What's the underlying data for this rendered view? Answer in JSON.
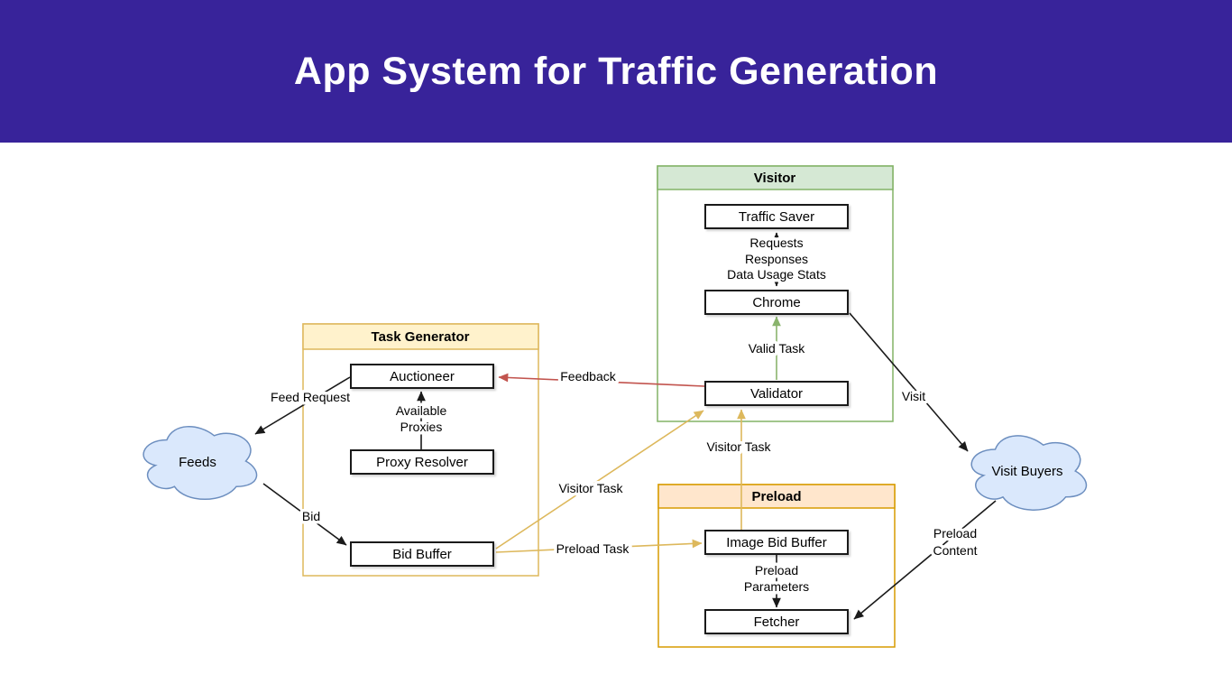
{
  "title": "App System for Traffic Generation",
  "colors": {
    "banner_bg": "#38239a",
    "title_text": "#ffffff",
    "canvas_bg": "#ffffff",
    "text": "#000000",
    "node_fill": "#ffffff",
    "node_border": "#1a1a1a",
    "visitor_border": "#82b366",
    "visitor_header_fill": "#d5e8d4",
    "task_generator_border": "#ddb85c",
    "task_generator_header_fill": "#fff2cc",
    "preload_border": "#d79b00",
    "preload_header_fill": "#ffe6cc",
    "cloud_fill": "#dae8fc",
    "cloud_border": "#6c8ebf",
    "edge_black": "#1a1a1a",
    "edge_red": "#c2544e",
    "edge_yellow": "#ddb85c",
    "edge_green": "#8ab46d"
  },
  "diagram": {
    "groups": [
      {
        "id": "visitor",
        "label": "Visitor"
      },
      {
        "id": "task-generator",
        "label": "Task Generator"
      },
      {
        "id": "preload",
        "label": "Preload"
      }
    ],
    "nodes": [
      {
        "id": "traffic-saver",
        "label": "Traffic Saver",
        "group": "visitor"
      },
      {
        "id": "chrome",
        "label": "Chrome",
        "group": "visitor"
      },
      {
        "id": "validator",
        "label": "Validator",
        "group": "visitor"
      },
      {
        "id": "auctioneer",
        "label": "Auctioneer",
        "group": "task-generator"
      },
      {
        "id": "proxy-resolver",
        "label": "Proxy Resolver",
        "group": "task-generator"
      },
      {
        "id": "bid-buffer",
        "label": "Bid Buffer",
        "group": "task-generator"
      },
      {
        "id": "image-bid-buffer",
        "label": "Image Bid Buffer",
        "group": "preload"
      },
      {
        "id": "fetcher",
        "label": "Fetcher",
        "group": "preload"
      }
    ],
    "clouds": [
      {
        "id": "feeds",
        "label": "Feeds"
      },
      {
        "id": "visit-buyers",
        "label": "Visit Buyers"
      }
    ],
    "edges": [
      {
        "from": "auctioneer",
        "to": "feeds",
        "label": "Feed Request",
        "color": "black"
      },
      {
        "from": "feeds",
        "to": "bid-buffer",
        "label": "Bid",
        "color": "black"
      },
      {
        "from": "proxy-resolver",
        "to": "auctioneer",
        "label": "Available Proxies",
        "lines": [
          "Available",
          "Proxies"
        ],
        "color": "black"
      },
      {
        "from": "traffic-saver",
        "to": "chrome",
        "label": "Requests Responses Data Usage Stats",
        "lines": [
          "Requests",
          "Responses",
          "Data Usage Stats"
        ],
        "color": "black",
        "bidirectional": true
      },
      {
        "from": "validator",
        "to": "chrome",
        "label": "Valid Task",
        "color": "green"
      },
      {
        "from": "validator",
        "to": "auctioneer",
        "label": "Feedback",
        "color": "red"
      },
      {
        "from": "chrome",
        "to": "visit-buyers",
        "label": "Visit",
        "color": "black"
      },
      {
        "from": "bid-buffer",
        "to": "validator",
        "label": "Visitor Task",
        "color": "yellow"
      },
      {
        "from": "bid-buffer",
        "to": "image-bid-buffer",
        "label": "Preload Task",
        "color": "yellow"
      },
      {
        "from": "image-bid-buffer",
        "to": "validator",
        "label": "Visitor Task",
        "color": "yellow"
      },
      {
        "from": "image-bid-buffer",
        "to": "fetcher",
        "label": "Preload Parameters",
        "lines": [
          "Preload",
          "Parameters"
        ],
        "color": "black"
      },
      {
        "from": "visit-buyers",
        "to": "fetcher",
        "label": "Preload Content",
        "lines": [
          "Preload",
          "Content"
        ],
        "color": "black"
      }
    ]
  }
}
